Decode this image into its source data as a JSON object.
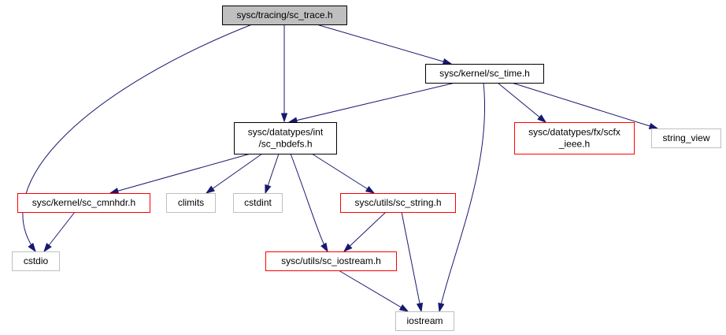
{
  "colors": {
    "edge": "#191970",
    "root_fill": "#bfbfbf",
    "normal_border": "#000000",
    "red_border": "#ff0000",
    "gray_border": "#bfbfbf"
  },
  "nodes": {
    "sc_trace": {
      "lines": [
        "sysc/tracing/sc_trace.h"
      ],
      "style": "root"
    },
    "sc_time": {
      "lines": [
        "sysc/kernel/sc_time.h"
      ],
      "style": "normal"
    },
    "sc_nbdefs": {
      "lines": [
        "sysc/datatypes/int",
        "/sc_nbdefs.h"
      ],
      "style": "normal"
    },
    "scfx_ieee": {
      "lines": [
        "sysc/datatypes/fx/scfx",
        "_ieee.h"
      ],
      "style": "red"
    },
    "string_view": {
      "lines": [
        "string_view"
      ],
      "style": "gray"
    },
    "sc_cmnhdr": {
      "lines": [
        "sysc/kernel/sc_cmnhdr.h"
      ],
      "style": "red"
    },
    "climits": {
      "lines": [
        "climits"
      ],
      "style": "gray"
    },
    "cstdint": {
      "lines": [
        "cstdint"
      ],
      "style": "gray"
    },
    "sc_string": {
      "lines": [
        "sysc/utils/sc_string.h"
      ],
      "style": "red"
    },
    "cstdio": {
      "lines": [
        "cstdio"
      ],
      "style": "gray"
    },
    "sc_iostream": {
      "lines": [
        "sysc/utils/sc_iostream.h"
      ],
      "style": "red"
    },
    "iostream": {
      "lines": [
        "iostream"
      ],
      "style": "gray"
    }
  },
  "edges": [
    [
      "sc_trace",
      "sc_time"
    ],
    [
      "sc_trace",
      "sc_nbdefs"
    ],
    [
      "sc_trace",
      "cstdio"
    ],
    [
      "sc_time",
      "sc_nbdefs"
    ],
    [
      "sc_time",
      "scfx_ieee"
    ],
    [
      "sc_time",
      "string_view"
    ],
    [
      "sc_time",
      "iostream"
    ],
    [
      "sc_nbdefs",
      "sc_cmnhdr"
    ],
    [
      "sc_nbdefs",
      "climits"
    ],
    [
      "sc_nbdefs",
      "cstdint"
    ],
    [
      "sc_nbdefs",
      "sc_string"
    ],
    [
      "sc_nbdefs",
      "sc_iostream"
    ],
    [
      "sc_cmnhdr",
      "cstdio"
    ],
    [
      "sc_string",
      "sc_iostream"
    ],
    [
      "sc_string",
      "iostream"
    ],
    [
      "sc_iostream",
      "iostream"
    ]
  ]
}
